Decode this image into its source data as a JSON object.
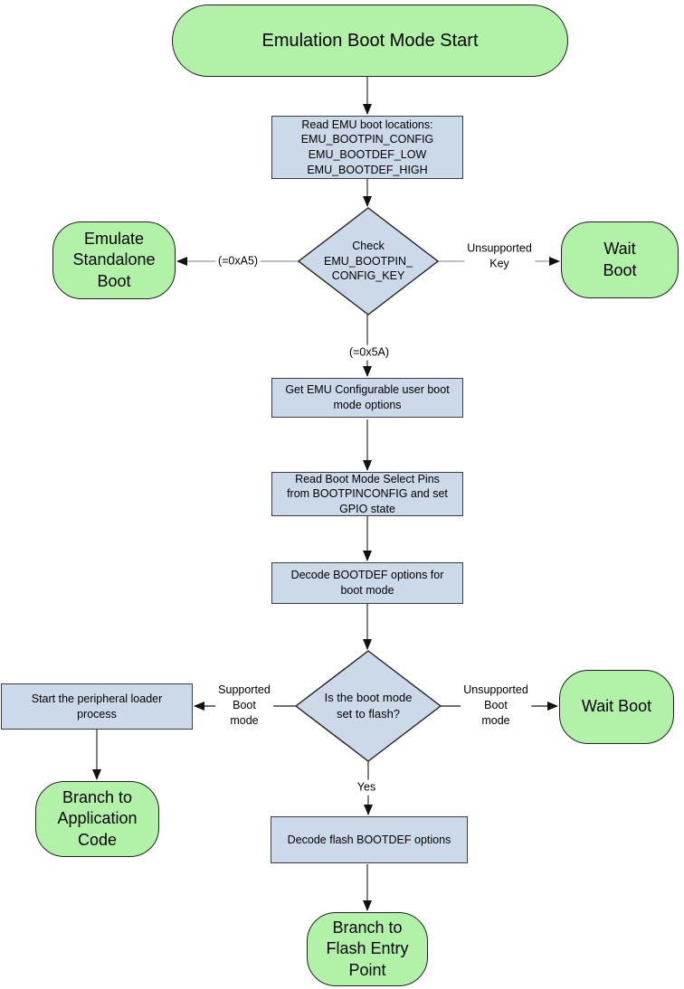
{
  "colors": {
    "terminal_fill": "#b2f2a8",
    "process_fill": "#ccd9e8",
    "shape_border": "#222222"
  },
  "nodes": {
    "start": "Emulation Boot Mode Start",
    "read_boot_locations": "Read EMU boot locations:\nEMU_BOOTPIN_CONFIG\nEMU_BOOTDEF_LOW\nEMU_BOOTDEF_HIGH",
    "check_bootpin_key": "Check\nEMU_BOOTPIN_\nCONFIG_KEY",
    "emulate_standalone": "Emulate\nStandalone\nBoot",
    "wait_boot_top": "Wait\nBoot",
    "get_emu_options": "Get EMU Configurable user boot\nmode options",
    "read_select_pins": "Read Boot Mode Select Pins\nfrom BOOTPINCONFIG and set\nGPIO state",
    "decode_bootdef": "Decode BOOTDEF options for\nboot mode",
    "flash_decision": "Is the boot mode\nset to flash?",
    "start_peripheral_loader": "Start the peripheral loader\nprocess",
    "wait_boot_bottom": "Wait Boot",
    "branch_application": "Branch to\nApplication\nCode",
    "decode_flash_bootdef": "Decode flash BOOTDEF options",
    "branch_flash_entry": "Branch to\nFlash Entry\nPoint"
  },
  "edge_labels": {
    "key_match_a5": "(=0xA5)",
    "unsupported_key": "Unsupported\nKey",
    "key_match_5a": "(=0x5A)",
    "supported_boot_mode": "Supported\nBoot\nmode",
    "unsupported_boot_mode": "Unsupported\nBoot\nmode",
    "yes": "Yes"
  }
}
